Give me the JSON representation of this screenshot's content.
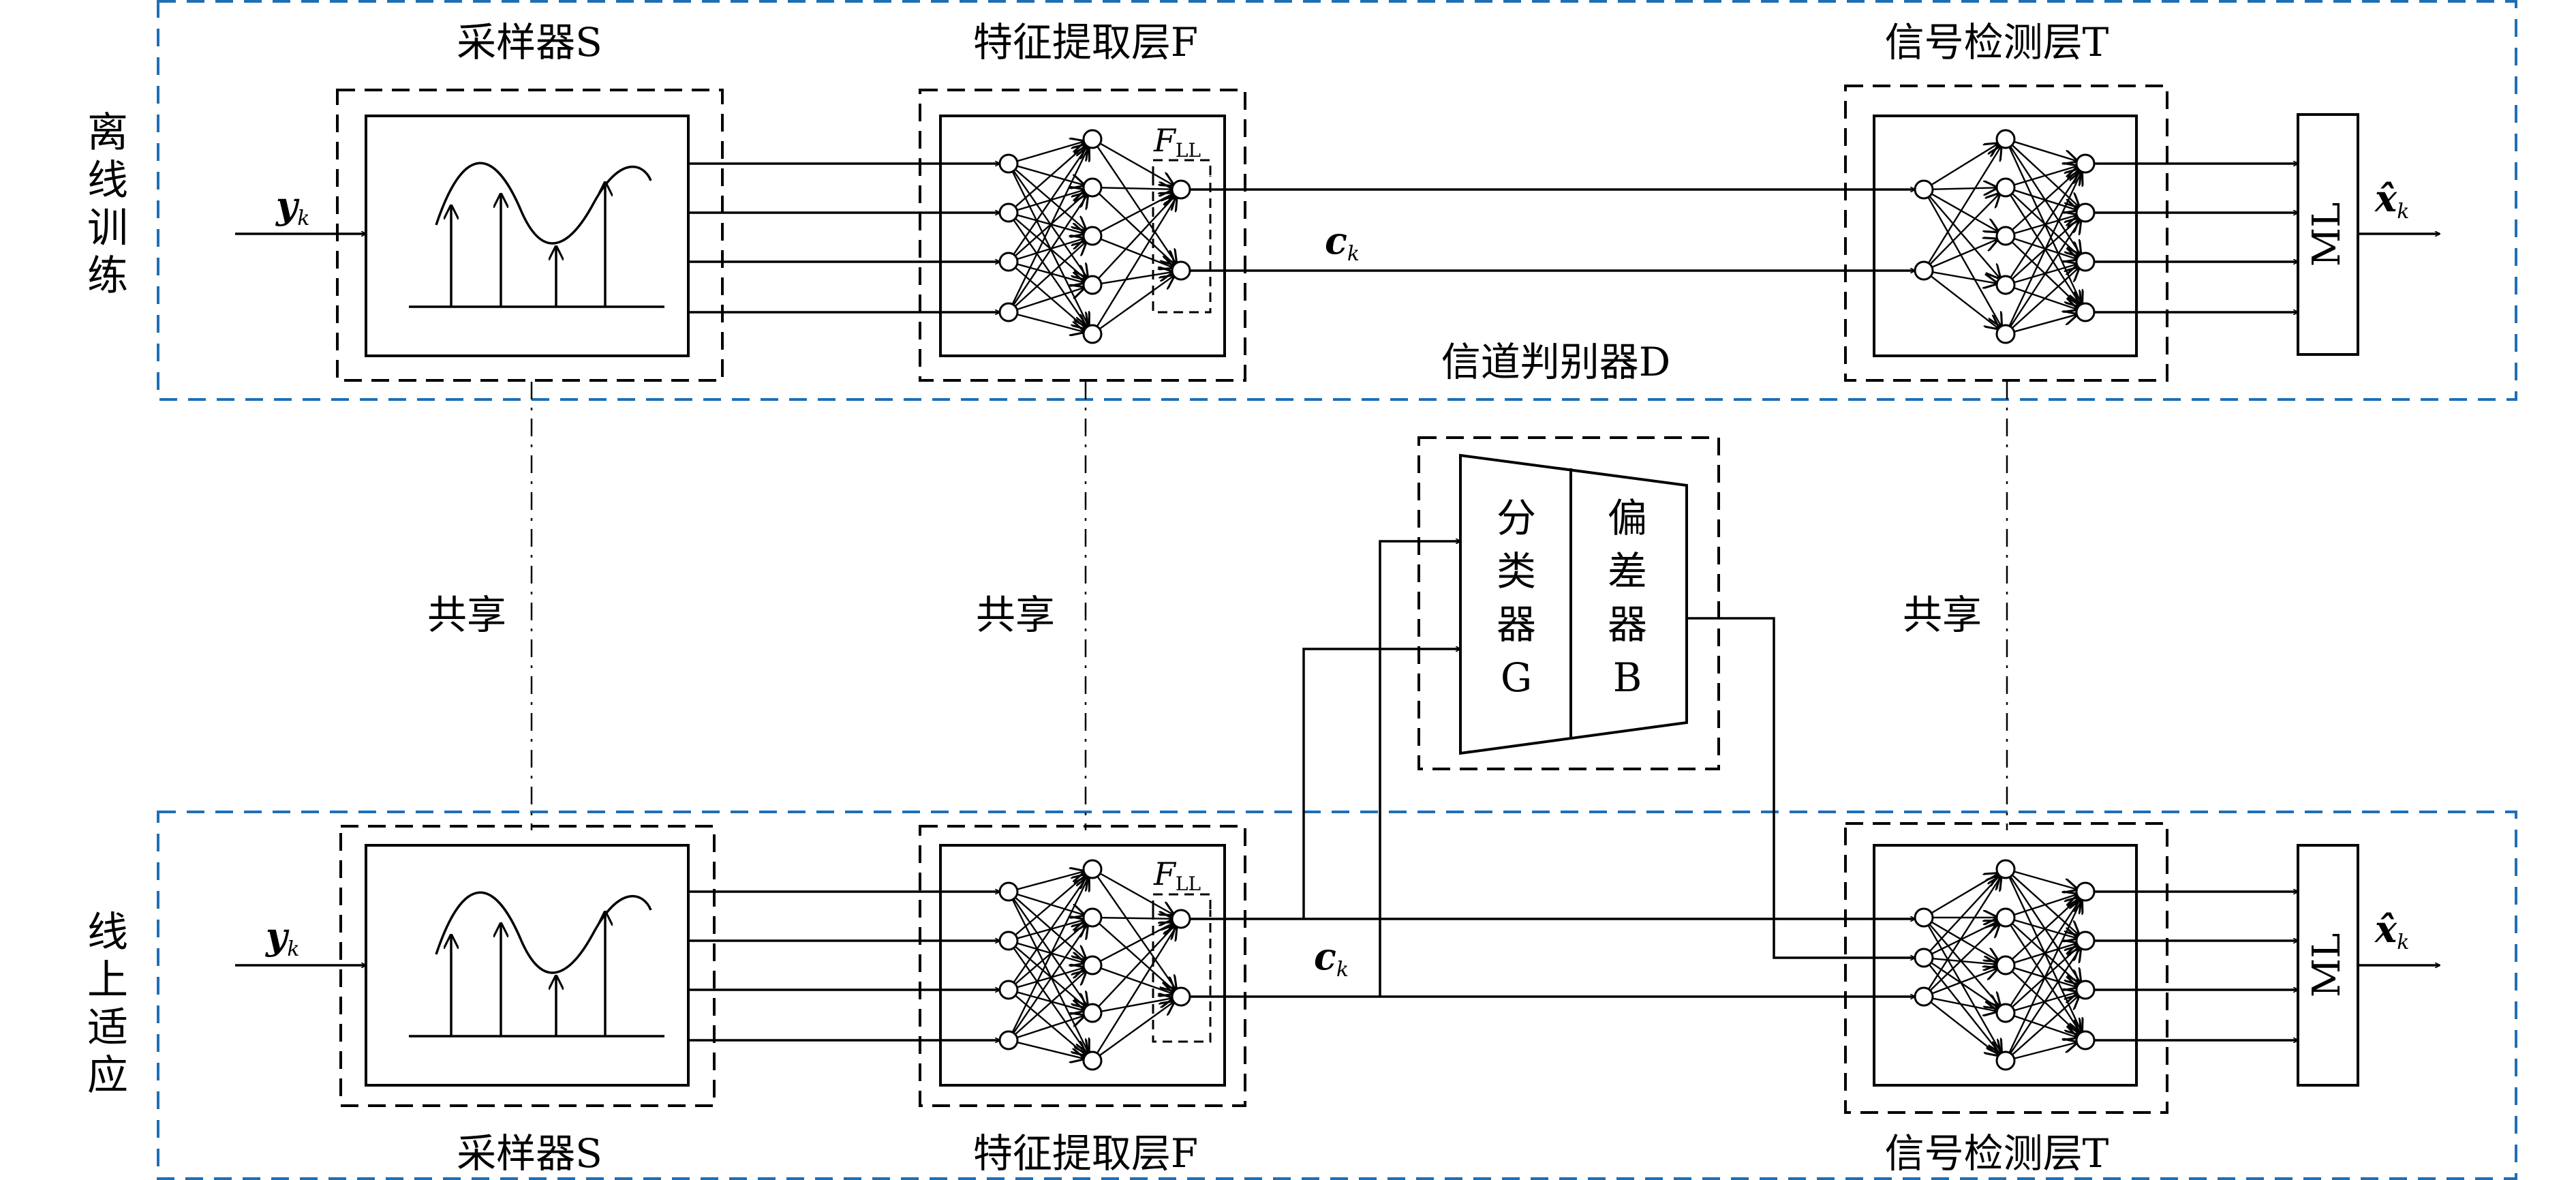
{
  "sections": {
    "offline": {
      "label": [
        "离",
        "线",
        "训",
        "练"
      ]
    },
    "online": {
      "label": [
        "线",
        "上",
        "适",
        "应"
      ]
    }
  },
  "blocks": {
    "sampler": "采样器S",
    "feature": "特征提取层F",
    "detector": "信号检测层T",
    "discriminator": "信道判别器D",
    "ml": "ML"
  },
  "shared_label": "共享",
  "discriminator_parts": {
    "classifier": [
      "分",
      "类",
      "器",
      "G"
    ],
    "bias": [
      "偏",
      "差",
      "器",
      "B"
    ]
  },
  "math": {
    "input": "y",
    "output": "x̂",
    "code": "c",
    "sub_k": "k",
    "fll": "F",
    "fll_sub": "LL"
  },
  "colors": {
    "section_border": "#1f6fb5",
    "stroke": "#000000"
  }
}
